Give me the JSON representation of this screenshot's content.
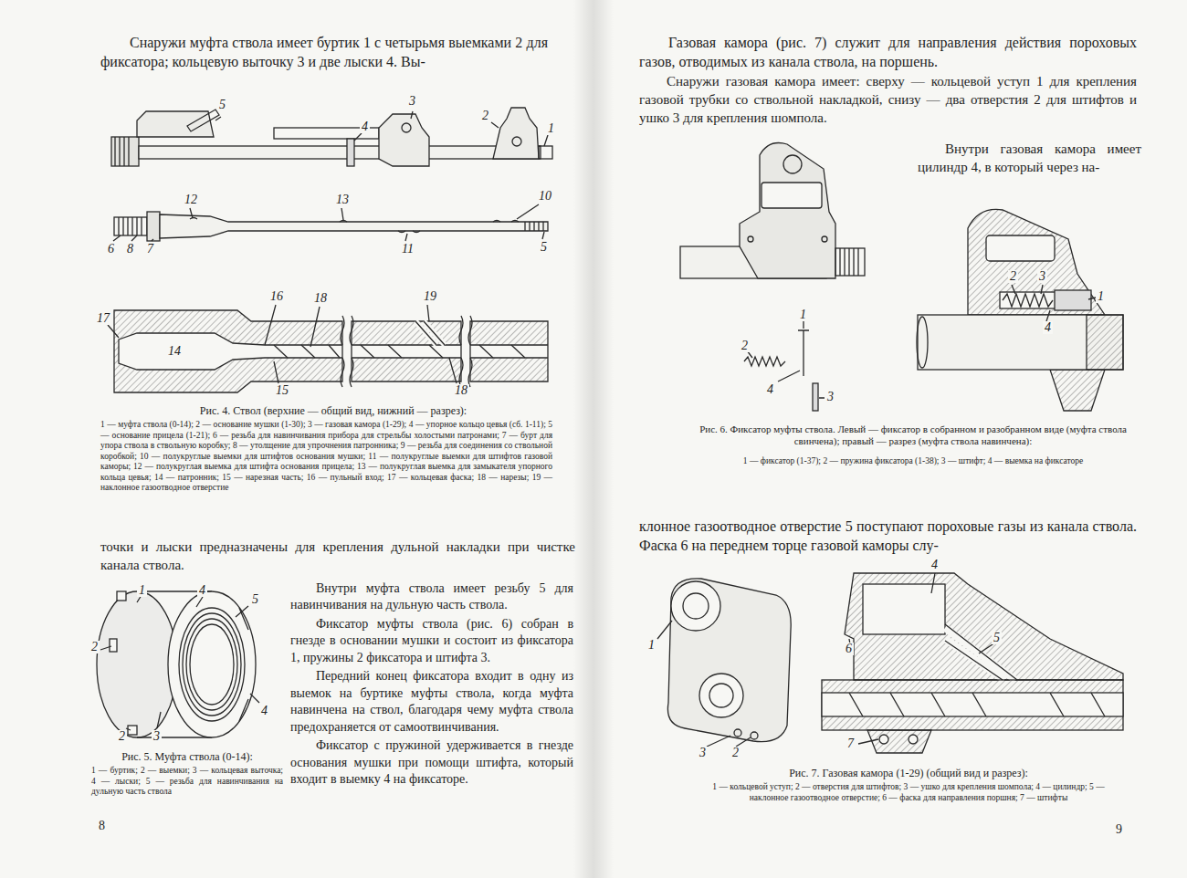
{
  "diagram": {
    "labels": [
      "Снаружи муфта ствола имеет буртик 1 с четырьмя выемками 2 для фиксатора; кольцевую выточку 3 и две лыски 4. Вы-",
      "5",
      "3",
      "4",
      "2",
      "1",
      "12",
      "13",
      "10",
      "6",
      "8",
      "7",
      "11",
      "5",
      "16",
      "18",
      "19",
      "17",
      "14",
      "15",
      "18",
      "Рис. 4. Ствол (верхние — общий вид, нижний — разрез):",
      "1 — муфта ствола (0-14); 2 — основание мушки (1-30); 3 — газовая камора (1-29); 4 — упорное кольцо цевья (сб. 1-11); 5 — основание прицела (1-21); 6 — резьба для навинчивания прибора для стрельбы холостыми патронами; 7 — бурт для упора ствола в ствольную коробку; 8 — утолщение для упрочнения патронника; 9 — резьба для соединения со ствольной коробкой; 10 — полукруглые выемки для штифтов основания мушки; 11 — полукруглые выемки для штифтов газовой каморы; 12 — полукруглая выемка для штифта основания прицела; 13 — полукруглая выемка для замыкателя упорного кольца цевья; 14 — патронник; 15 — нарезная часть; 16 — пульный вход; 17 — кольцевая фаска; 18 — нарезы; 19 — наклонное газоотводное отверстие",
      "точки и лыски предназначены для крепления дульной накладки при чистке канала ствола.",
      "Внутри муфта ствола имеет резьбу 5 для навинчивания на дульную часть ствола.",
      "Фиксатор муфты ствола (рис. 6) собран в гнезде в основании мушки и состоит из фиксатора 1, пружины 2 фиксатора и штифта 3.",
      "Передний конец фиксатора входит в одну из выемок на буртике муфты ствола, когда муфта навинчена на ствол, благодаря чему муфта ствола предохраняется от самоотвинчивания.",
      "Фиксатор с пружиной удерживается в гнезде основания мушки при помощи штифта, который входит в выемку 4 на фиксаторе.",
      "1",
      "4",
      "5",
      "2",
      "2",
      "3",
      "4",
      "Рис. 5. Муфта ствола (0-14):",
      "1 — буртик; 2 — выемки; 3 — кольцевая выточка; 4 — лыски; 5 — резьба для навинчивания на дульную часть ствола",
      "8",
      "Газовая камора (рис. 7) служит для направления действия пороховых газов, отводимых из канала ствола, на поршень.",
      "Снаружи газовая камора имеет: сверху — кольцевой уступ 1 для крепления газовой трубки со ствольной накладкой, снизу — два отверстия 2 для штифтов и ушко 3 для крепления шомпола.",
      "Внутри газовая камора имеет цилиндр 4, в который через на-",
      "2",
      "1",
      "4",
      "3",
      "2",
      "3",
      "1",
      "4",
      "Рис. 6. Фиксатор муфты ствола. Левый — фиксатор в собранном и разобранном виде (муфта ствола свинчена); правый — разрез (муфта ствола навинчена):",
      "1 — фиксатор (1-37); 2 — пружина фиксатора (1-38); 3 — штифт; 4 — выемка на фиксаторе",
      "клонное газоотводное отверстие 5 поступают пороховые газы из канала ствола. Фаска 6 на переднем торце газовой каморы слу-",
      "1",
      "3",
      "2",
      "4",
      "5",
      "6",
      "7",
      "Рис. 7. Газовая камора (1-29) (общий вид и разрез):",
      "1 — кольцевой уступ; 2 — отверстия для штифтов; 3 — ушко для крепления шомпола; 4 — цилиндр; 5 — наклонное газоотводное отверстие; 6 — фаска для направления поршня; 7 — штифты",
      "9"
    ]
  }
}
